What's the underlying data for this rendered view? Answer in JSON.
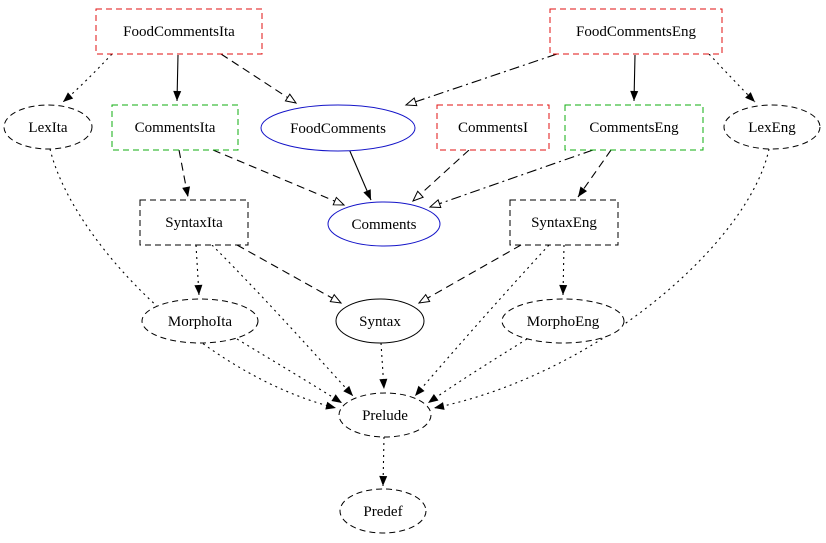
{
  "diagram": {
    "type": "module-dependency-graph",
    "background": "#ffffff",
    "palette": {
      "abstract_blue": "#1414c8",
      "incomplete_red": "#e01111",
      "complete_green": "#0fae0f",
      "line_black": "#000000"
    },
    "nodes": {
      "FoodCommentsIta": {
        "label": "FoodCommentsIta",
        "shape": "rectangle",
        "border": "dashed",
        "color": "red"
      },
      "FoodCommentsEng": {
        "label": "FoodCommentsEng",
        "shape": "rectangle",
        "border": "dashed",
        "color": "red"
      },
      "LexIta": {
        "label": "LexIta",
        "shape": "ellipse",
        "border": "dashed",
        "color": "black"
      },
      "CommentsIta": {
        "label": "CommentsIta",
        "shape": "rectangle",
        "border": "dashed",
        "color": "green"
      },
      "FoodComments": {
        "label": "FoodComments",
        "shape": "ellipse",
        "border": "solid",
        "color": "blue"
      },
      "CommentsI": {
        "label": "CommentsI",
        "shape": "rectangle",
        "border": "dashed",
        "color": "red"
      },
      "CommentsEng": {
        "label": "CommentsEng",
        "shape": "rectangle",
        "border": "dashed",
        "color": "green"
      },
      "LexEng": {
        "label": "LexEng",
        "shape": "ellipse",
        "border": "dashed",
        "color": "black"
      },
      "SyntaxIta": {
        "label": "SyntaxIta",
        "shape": "rectangle",
        "border": "dashed",
        "color": "black"
      },
      "Comments": {
        "label": "Comments",
        "shape": "ellipse",
        "border": "solid",
        "color": "blue"
      },
      "SyntaxEng": {
        "label": "SyntaxEng",
        "shape": "rectangle",
        "border": "dashed",
        "color": "black"
      },
      "MorphoIta": {
        "label": "MorphoIta",
        "shape": "ellipse",
        "border": "dashed",
        "color": "black"
      },
      "Syntax": {
        "label": "Syntax",
        "shape": "ellipse",
        "border": "solid",
        "color": "black"
      },
      "MorphoEng": {
        "label": "MorphoEng",
        "shape": "ellipse",
        "border": "dashed",
        "color": "black"
      },
      "Prelude": {
        "label": "Prelude",
        "shape": "ellipse",
        "border": "dashed",
        "color": "black"
      },
      "Predef": {
        "label": "Predef",
        "shape": "ellipse",
        "border": "dashed",
        "color": "black"
      }
    },
    "edges": [
      {
        "from": "FoodCommentsIta",
        "to": "CommentsIta",
        "line": "solid",
        "arrowhead": "filled"
      },
      {
        "from": "FoodCommentsEng",
        "to": "CommentsEng",
        "line": "solid",
        "arrowhead": "filled"
      },
      {
        "from": "FoodComments",
        "to": "Comments",
        "line": "solid",
        "arrowhead": "filled"
      },
      {
        "from": "FoodCommentsIta",
        "to": "FoodComments",
        "line": "dashed",
        "arrowhead": "open"
      },
      {
        "from": "FoodCommentsEng",
        "to": "FoodComments",
        "line": "dashdot",
        "arrowhead": "open"
      },
      {
        "from": "CommentsIta",
        "to": "Comments",
        "line": "dashed",
        "arrowhead": "open"
      },
      {
        "from": "CommentsI",
        "to": "Comments",
        "line": "dashed",
        "arrowhead": "open"
      },
      {
        "from": "CommentsEng",
        "to": "Comments",
        "line": "dashdot",
        "arrowhead": "open"
      },
      {
        "from": "SyntaxIta",
        "to": "Syntax",
        "line": "dashed",
        "arrowhead": "open"
      },
      {
        "from": "SyntaxEng",
        "to": "Syntax",
        "line": "dashed",
        "arrowhead": "open"
      },
      {
        "from": "CommentsIta",
        "to": "SyntaxIta",
        "line": "dashed",
        "arrowhead": "filled"
      },
      {
        "from": "CommentsEng",
        "to": "SyntaxEng",
        "line": "dashed",
        "arrowhead": "filled"
      },
      {
        "from": "FoodCommentsIta",
        "to": "LexIta",
        "line": "dotted",
        "arrowhead": "filled"
      },
      {
        "from": "FoodCommentsEng",
        "to": "LexEng",
        "line": "dotted",
        "arrowhead": "filled"
      },
      {
        "from": "SyntaxIta",
        "to": "MorphoIta",
        "line": "dotted",
        "arrowhead": "filled"
      },
      {
        "from": "SyntaxEng",
        "to": "MorphoEng",
        "line": "dotted",
        "arrowhead": "filled"
      },
      {
        "from": "LexIta",
        "to": "Prelude",
        "line": "dotted",
        "arrowhead": "filled"
      },
      {
        "from": "LexEng",
        "to": "Prelude",
        "line": "dotted",
        "arrowhead": "filled"
      },
      {
        "from": "SyntaxIta",
        "to": "Prelude",
        "line": "dotted",
        "arrowhead": "filled"
      },
      {
        "from": "SyntaxEng",
        "to": "Prelude",
        "line": "dotted",
        "arrowhead": "filled"
      },
      {
        "from": "MorphoIta",
        "to": "Prelude",
        "line": "dotted",
        "arrowhead": "filled"
      },
      {
        "from": "MorphoEng",
        "to": "Prelude",
        "line": "dotted",
        "arrowhead": "filled"
      },
      {
        "from": "Syntax",
        "to": "Prelude",
        "line": "dotted",
        "arrowhead": "filled"
      },
      {
        "from": "Prelude",
        "to": "Predef",
        "line": "dotted",
        "arrowhead": "filled"
      }
    ]
  }
}
